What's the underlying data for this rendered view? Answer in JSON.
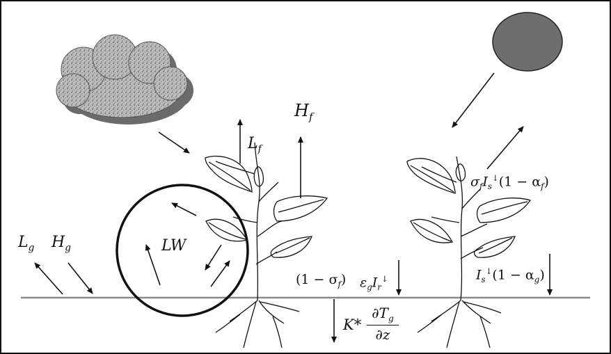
{
  "labels": {
    "L_g": {
      "base": "L",
      "sub": "g"
    },
    "H_g": {
      "base": "H",
      "sub": "g"
    },
    "LW": "LW",
    "L_f": {
      "base": "L",
      "sub": "f"
    },
    "H_f": {
      "base": "H",
      "sub": "f"
    },
    "reflected_short": {
      "sigma": "σ",
      "sigma_sub": "f",
      "I": "I",
      "I_sub": "s",
      "I_sup": "↓",
      "paren": "(1 − α",
      "alpha_sub": "f",
      "close": ")"
    },
    "canopy_gap": {
      "text": "(1 − σ",
      "sub": "f",
      "close": ")"
    },
    "ground_emission": {
      "eps": "ε",
      "eps_sub": "g",
      "I": "I",
      "I_sub": "r",
      "I_sup": "↓"
    },
    "ground_absorbed": {
      "I": "I",
      "I_sub": "s",
      "I_sup": "↓",
      "paren": "(1 − α",
      "alpha_sub": "g",
      "close": ")"
    },
    "conduction": {
      "K": "K",
      "star": "*",
      "num": "∂T",
      "num_sub": "g",
      "den": "∂z"
    }
  },
  "colors": {
    "line": "#111111",
    "ground": "#8a8a8a",
    "sun": "#6e6e6e",
    "cloud_fill": "#b9b9b9",
    "cloud_shadow": "#6b6b6b"
  }
}
